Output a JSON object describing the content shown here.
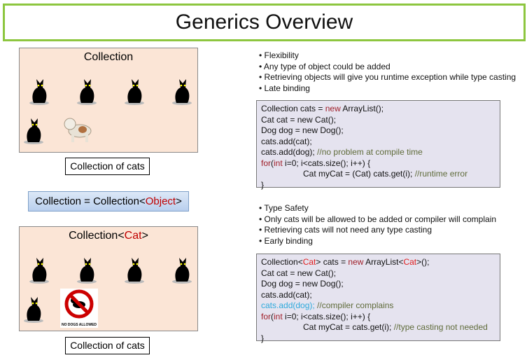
{
  "title": "Generics Overview",
  "top_panel": {
    "title": "Collection",
    "caption": "Collection of cats"
  },
  "equation": {
    "left": "Collection = Collection<",
    "type": "Object",
    "right": ">"
  },
  "bottom_panel": {
    "title_prefix": "Collection<",
    "title_type": "Cat",
    "title_suffix": ">",
    "caption": "Collection of cats",
    "sign_text": "NO DOGS ALLOWED"
  },
  "bullets_top": [
    "Flexibility",
    "Any type of object could be added",
    "Retrieving objects will give you runtime exception while type casting",
    "Late binding"
  ],
  "bullets_bottom": [
    "Type Safety",
    "Only cats will be allowed to be added or compiler will complain",
    "Retrieving cats will not need any type casting",
    "Early binding"
  ],
  "colors": {
    "keyword": "#a0202a",
    "comment": "#5f6b3a",
    "error": "#2eaadc",
    "generic": "#e02020"
  },
  "code_top": [
    [
      [
        "Collection cats = ",
        ""
      ],
      [
        "new",
        "keyword"
      ],
      [
        " ArrayList();",
        ""
      ]
    ],
    [
      [
        "Cat cat = new Cat();",
        ""
      ]
    ],
    [
      [
        "Dog dog = new Dog();",
        ""
      ]
    ],
    [
      [
        "cats.add(cat);",
        ""
      ]
    ],
    [
      [
        "cats.add(dog); ",
        ""
      ],
      [
        "//no problem at compile time",
        "comment"
      ]
    ],
    [
      [
        "for",
        "keyword"
      ],
      [
        "(",
        ""
      ],
      [
        "int",
        "keyword"
      ],
      [
        " i=0; i<cats.size(); i++) {",
        ""
      ]
    ],
    [
      [
        "                  Cat myCat = (Cat) cats.get(i); ",
        ""
      ],
      [
        "//runtime error",
        "comment"
      ]
    ],
    [
      [
        "}",
        ""
      ]
    ]
  ],
  "code_bottom": [
    [
      [
        "Collection<",
        ""
      ],
      [
        "Cat",
        "generic"
      ],
      [
        "> cats = ",
        ""
      ],
      [
        "new",
        "keyword"
      ],
      [
        " ArrayList<",
        ""
      ],
      [
        "Cat",
        "generic"
      ],
      [
        ">();",
        ""
      ]
    ],
    [
      [
        "Cat cat = new Cat();",
        ""
      ]
    ],
    [
      [
        "Dog dog = new Dog();",
        ""
      ]
    ],
    [
      [
        "cats.add(cat);",
        ""
      ]
    ],
    [
      [
        "cats.add(dog);",
        "error"
      ],
      [
        " //compiler complains",
        "comment"
      ]
    ],
    [
      [
        "for",
        "keyword"
      ],
      [
        "(",
        ""
      ],
      [
        "int",
        "keyword"
      ],
      [
        " i=0; i<cats.size(); i++) {",
        ""
      ]
    ],
    [
      [
        "                  Cat myCat = cats.get(i); ",
        ""
      ],
      [
        "//type casting not needed",
        "comment"
      ]
    ],
    [
      [
        "}",
        ""
      ]
    ]
  ]
}
